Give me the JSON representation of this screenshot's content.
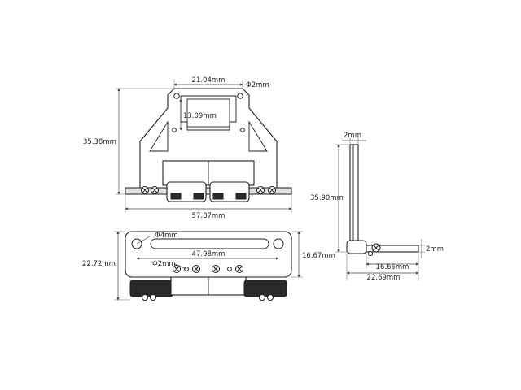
{
  "front_view": {
    "top_slot_width": "21.04mm",
    "hole_diameter": "Φ2mm",
    "window_height": "13.09mm",
    "overall_height": "35.38mm",
    "overall_width": "57.87mm"
  },
  "top_view": {
    "overall_height": "22.72mm",
    "slot_hole_diameter": "Φ4mm",
    "slot_length": "47.98mm",
    "screw_hole_diameter": "Φ2mm",
    "plate_height": "16.67mm"
  },
  "side_view": {
    "plate_thickness": "2mm",
    "overall_height": "35.90mm",
    "foot_thickness": "2mm",
    "foot_length": "16.66mm",
    "overall_depth": "22.69mm"
  },
  "colors": {
    "line": "#1e1e1e",
    "dimension": "#444444",
    "background": "#ffffff"
  }
}
